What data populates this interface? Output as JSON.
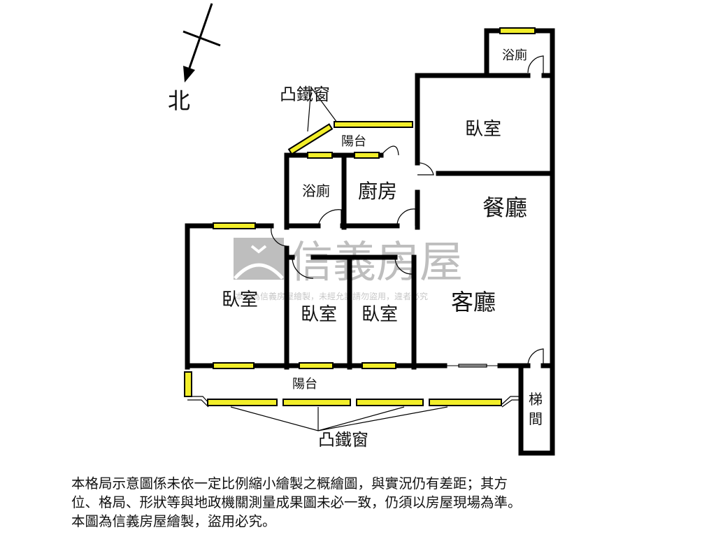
{
  "compass": {
    "north_label": "北"
  },
  "rooms": {
    "bath_top": "浴廁",
    "bedroom_top": "臥室",
    "bay_window_top": "凸鐵窗",
    "balcony_top": "陽台",
    "bath_mid": "浴廁",
    "kitchen": "廚房",
    "dining": "餐廳",
    "living": "客廳",
    "bedroom_left": "臥室",
    "bedroom_mid1": "臥室",
    "bedroom_mid2": "臥室",
    "balcony_bottom": "陽台",
    "stairwell_1": "梯",
    "stairwell_2": "間",
    "bay_window_bottom": "凸鐵窗"
  },
  "watermark": {
    "brand": "信義房屋",
    "small_text": "本圖為信義房屋繪製，未經允許請勿盜用，違者必究"
  },
  "disclaimer": [
    "本格局示意圖係未依一定比例縮小繪製之概繪圖，與實況仍有差距；其方",
    "位、格局、形狀等與地政機關測量成果圖未必一致，仍須以房屋現場為準。",
    "本圖為信義房屋繪製，盜用必究。"
  ],
  "colors": {
    "wall": "#000000",
    "window": "#f2ee2a",
    "watermark": "#9a9a9a"
  }
}
